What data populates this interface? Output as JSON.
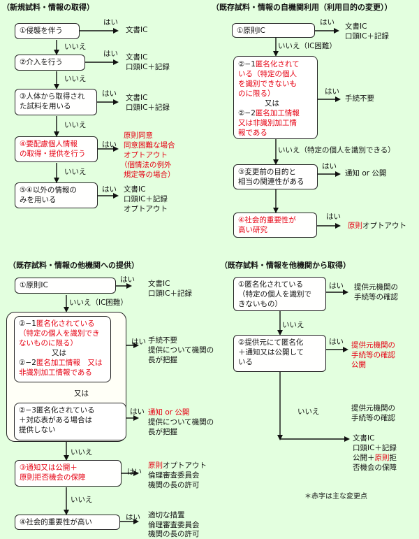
{
  "colors": {
    "background": "#e3ffdf",
    "changed_text": "#e60012"
  },
  "labels": {
    "yes": "はい",
    "no": "いいえ",
    "or": "又は"
  },
  "q1": {
    "title": "（新規試料・情報の取得）",
    "n1": "①侵襲を伴う",
    "r1": "文書IC",
    "n2": "②介入を行う",
    "r2a": "文書IC",
    "r2b": "口頭IC＋記録",
    "n3a": "③人体から取得され",
    "n3b": "た試料を用いる",
    "r3a": "文書IC",
    "r3b": "口頭IC＋記録",
    "n4a": "④要配慮個人情報",
    "n4b": "の取得・提供を行う",
    "r4a": "原則同意",
    "r4b": "同意困難な場合",
    "r4c": "オプトアウト",
    "r4d": "（個情法の例外",
    "r4e": "規定等の場合）",
    "n5a": "⑤④以外の情報の",
    "n5b": "みを用いる",
    "r5a": "文書IC",
    "r5b": "口頭IC＋記録",
    "r5c": "オプトアウト"
  },
  "q2": {
    "title": "（既存試料・情報の自機関利用（利用目的の変更））",
    "n1": "①原則IC",
    "r1a": "文書IC",
    "r1b": "口頭IC＋記録",
    "no_ic": "いいえ（IC困難）",
    "n21a": "②−1",
    "n21b": "匿名化されて",
    "n21c": "いる（特定の個人",
    "n21d": "を識別できないも",
    "n21e": "のに限る）",
    "n22a": "②−2",
    "n22b": "匿名加工情報",
    "n22c": "又は非識別加工情",
    "n22d": "報である",
    "r2": "手続不要",
    "no_id": "いいえ（特定の個人を識別できる）",
    "n3a": "③変更前の目的と",
    "n3b": "相当の関連性がある",
    "r3": "通知 or 公開",
    "n4a": "④社会的重要性が",
    "n4b": "高い研究",
    "r4a": "原則",
    "r4b": "オプトアウト"
  },
  "q3": {
    "title": "（既存試料・情報の他機関への提供）",
    "n1": "①原則IC",
    "r1a": "文書IC",
    "r1b": "口頭IC＋記録",
    "no_ic": "いいえ（IC困難）",
    "n21a": "②−1",
    "n21b": "匿名化されている",
    "n21c": "（特定の個人を識別でき",
    "n21d": "ないものに限る）",
    "n22a": "②−2",
    "n22b": "匿名加工情報　又は",
    "n22c": "非識別加工情報である",
    "r2a": "手続不要",
    "r2b": "提供について機関の",
    "r2c": "長が把握",
    "n23a": "②−3匿名化されている",
    "n23b": "＋対応表がある場合は",
    "n23c": "提供しない",
    "r23a": "通知 or 公開",
    "r23b": "提供について機関の",
    "r23c": "長が把握",
    "n3a": "③通知又は公開＋",
    "n3b": "原則拒否機会の保障",
    "r3a": "原則",
    "r3b": "オプトアウト",
    "r3c": "倫理審査委員会",
    "r3d": "機関の長の許可",
    "n4": "④社会的重要性が高い",
    "r4a": "適切な措置",
    "r4b": "倫理審査委員会",
    "r4c": "機関の長の許可"
  },
  "q4": {
    "title": "（既存試料・情報を他機関から取得）",
    "n1a": "①匿名化されている",
    "n1b": "（特定の個人を識別で",
    "n1c": "きないもの）",
    "r1a": "提供元機関の",
    "r1b": "手続等の確認",
    "n2a": "②提供元にて匿名化",
    "n2b": "＋通知又は公開して",
    "n2c": "いる",
    "r2a": "提供元機関の",
    "r2b": "手続等の確認",
    "r2c": "公開",
    "r3a": "提供元機関の",
    "r3b": "手続等の確認",
    "r4a": "文書IC",
    "r4b": "口頭IC＋記録",
    "r4c": "公開＋",
    "r4d": "原則",
    "r4e": "拒",
    "r4f": "否機会の保障"
  },
  "note": "＊赤字は主な変更点"
}
